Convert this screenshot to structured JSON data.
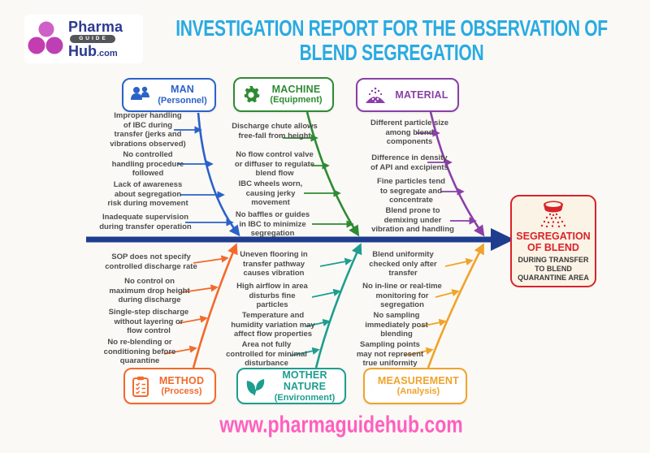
{
  "logo": {
    "line1": "Pharma",
    "badge": "GUIDE",
    "line2": "Hub",
    "tld": ".com"
  },
  "title": {
    "line1": "INVESTIGATION REPORT FOR THE OBSERVATION OF",
    "line2": "BLEND SEGREGATION",
    "color": "#29ABE2"
  },
  "footer": {
    "url": "www.pharmaguidehub.com",
    "color": "#FF5FBE"
  },
  "effect": {
    "icon": "blend-spill-icon",
    "title": "SEGREGATION\nOF BLEND",
    "subtitle": "DURING TRANSFER\nTO BLEND\nQUARANTINE AREA",
    "border_color": "#D9232A",
    "bg_color": "#FBF3E6"
  },
  "spine_color": "#1E3D8F",
  "categories": [
    {
      "name": "MAN",
      "sub": "(Personnel)",
      "icon": "people-icon",
      "color": "#2B62C9",
      "causes": [
        "Improper handling\nof IBC during\ntransfer (jerks and\nvibrations observed)",
        "No controlled\nhandling procedure\nfollowed",
        "Lack of awareness\nabout segregation\nrisk during movement",
        "Inadequate supervision\nduring transfer operation"
      ]
    },
    {
      "name": "MACHINE",
      "sub": "(Equipment)",
      "icon": "gear-icon",
      "color": "#2E8B33",
      "causes": [
        "Discharge chute allows\nfree-fall from height",
        "No flow control valve\nor diffuser to regulate\nblend flow",
        "IBC wheels worn,\ncausing jerky\nmovement",
        "No baffles or guides\nin IBC to minimize\nsegregation"
      ]
    },
    {
      "name": "MATERIAL",
      "sub": "",
      "icon": "particles-icon",
      "color": "#8A3FA8",
      "causes": [
        "Different particle size\namong blend\ncomponents",
        "Difference in density\nof API and excipients",
        "Fine particles tend\nto segregate and\nconcentrate",
        "Blend prone to\ndemixing under\nvibration and handling"
      ]
    },
    {
      "name": "METHOD",
      "sub": "(Process)",
      "icon": "clipboard-icon",
      "color": "#F26A2B",
      "causes": [
        "SOP does not specify\ncontrolled discharge rate",
        "No control on\nmaximum drop height\nduring discharge",
        "Single-step discharge\nwithout layering or\nflow control",
        "No re-blending or\nconditioning before\nquarantine"
      ]
    },
    {
      "name": "MOTHER NATURE",
      "sub": "(Environment)",
      "icon": "leaf-icon",
      "color": "#1D9E8F",
      "causes": [
        "Uneven flooring in\ntransfer pathway\ncauses vibration",
        "High airflow in area\ndisturbs fine\nparticles",
        "Temperature and\nhumidity variation may\naffect flow properties",
        "Area not fully\ncontrolled for minimal\ndisturbance"
      ]
    },
    {
      "name": "MEASUREMENT",
      "sub": "(Analysis)",
      "icon": "gauge-icon",
      "color": "#F0A32A",
      "causes": [
        "Blend uniformity\nchecked only after\ntransfer",
        "No in-line or real-time\nmonitoring for\nsegregation",
        "No sampling\nimmediately post\nblending",
        "Sampling points\nmay not represent\ntrue uniformity"
      ]
    }
  ]
}
